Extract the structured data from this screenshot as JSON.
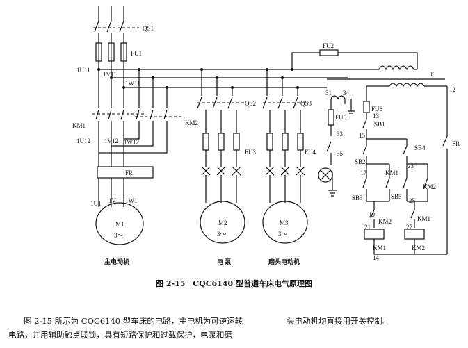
{
  "diagram": {
    "labels": {
      "qs1": "QS1",
      "fu1": "FU1",
      "fu2": "FU2",
      "t": "T",
      "n_1u11": "1U11",
      "n_1v11": "1V11",
      "n_1w11": "1W11",
      "qs2": "QS2",
      "qs3": "QS3",
      "n_31": "31",
      "n_34": "34",
      "n_12": "12",
      "fu5": "FU5",
      "fu6": "FU6",
      "n_13": "13",
      "sb1": "SB1",
      "n_33": "33",
      "n_15": "15",
      "km1_main": "KM1",
      "km2_main": "KM2",
      "n_1u12": "1U12",
      "n_1v12": "1V12",
      "n_1w12": "1W12",
      "fu3": "FU3",
      "fu4": "FU4",
      "n_35": "35",
      "sb2": "SB2",
      "sb4": "SB4",
      "fr_ctrl": "FR",
      "n_17": "17",
      "km1_hold": "KM1",
      "n_23": "23",
      "km2_hold": "KM2",
      "sb3": "SB3",
      "sb5": "SB5",
      "n_19": "19",
      "n_25": "25",
      "km2_int": "KM2",
      "km1_int": "KM1",
      "n_21": "21",
      "n_27": "27",
      "km1_coil": "KM1",
      "km2_coil": "KM2",
      "n_14": "14",
      "fr_main": "FR",
      "n_1u1": "1U1",
      "n_1v1": "1V1",
      "n_1w1": "1W1",
      "m1": "M1",
      "m2": "M2",
      "m3": "M3",
      "three_phase_1": "3～",
      "three_phase_2": "3～",
      "three_phase_3": "3～",
      "m1_name": "主电动机",
      "m2_name": "电 泵",
      "m3_name": "磨头电动机"
    }
  },
  "caption": "图 2-15　CQC6140 型普通车床电气原理图",
  "body": {
    "line1": "图 2-15 所示为 CQC6140 型车床的电路，主电机为可逆运转",
    "line1_right": "头电动机均直接用开关控制。",
    "line2": "电路，并用辅助触点联锁，具有短路保护和过载保护，电泵和磨"
  }
}
